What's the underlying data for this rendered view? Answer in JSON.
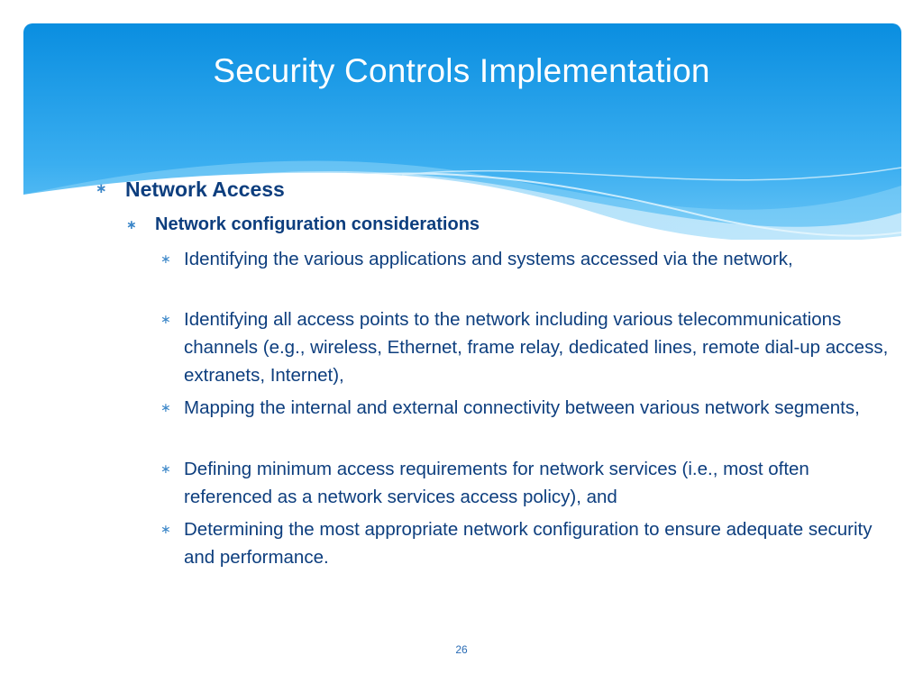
{
  "slide": {
    "title": "Security Controls Implementation",
    "page_number": "26"
  },
  "content": {
    "level1": "Network Access",
    "level2": "Network configuration considerations",
    "level3": [
      "Identifying the various applications and systems accessed via the network,",
      "Identifying all access points to the network including various telecommunications channels (e.g., wireless, Ethernet, frame relay, dedicated lines, remote dial-up access, extranets, Internet),",
      "Mapping the internal and external connectivity between various network segments,",
      "Defining minimum access requirements for network services (i.e., most often referenced as a network services access policy), and",
      "Determining the most appropriate network configuration to ensure adequate security and performance."
    ],
    "bullet_glyph": "∗"
  },
  "colors": {
    "header_top": "#0a8ee0",
    "header_bottom": "#5bc0f5",
    "text": "#0d3e7e",
    "bullet": "#3a86c8"
  },
  "icons": {
    "bullet": "asterisk-bullet-icon"
  }
}
